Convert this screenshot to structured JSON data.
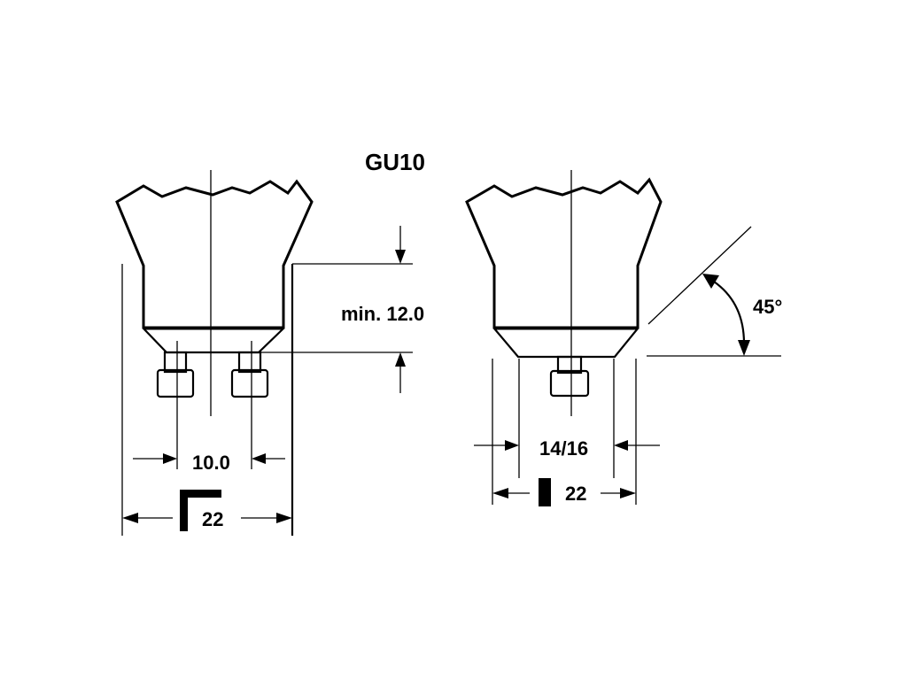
{
  "diagram": {
    "title": "GU10",
    "labels": {
      "min_height": "min. 12.0",
      "pin_spacing": "10.0",
      "left_diameter": "22",
      "right_inner": "14/16",
      "right_diameter": "22",
      "angle": "45°"
    },
    "colors": {
      "line": "#000000",
      "background": "#ffffff"
    }
  }
}
